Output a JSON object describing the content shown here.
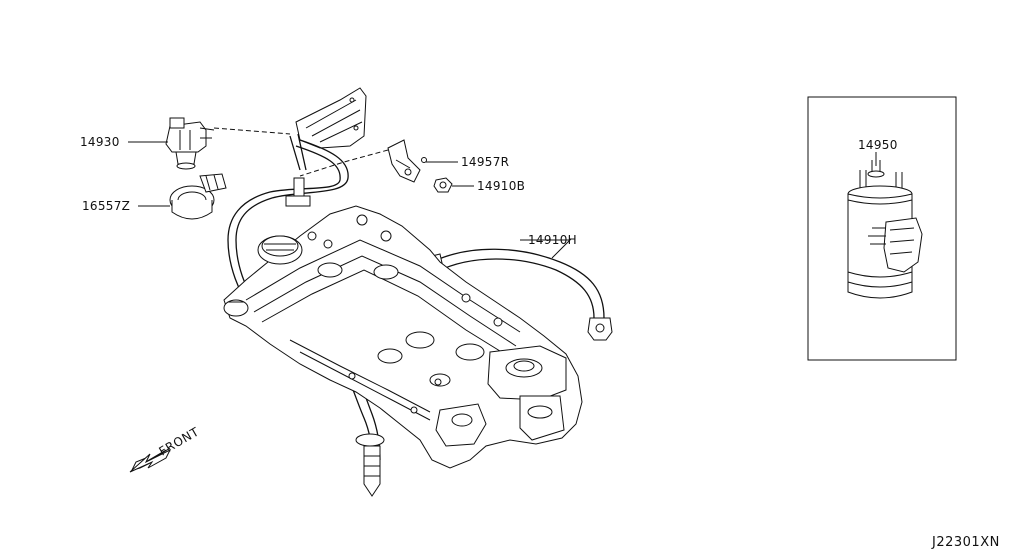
{
  "diagram": {
    "parts": {
      "purge_valve": "14930",
      "bracket": "16557Z",
      "clip": "14957R",
      "bolt": "14910B",
      "hose": "14910H",
      "canister": "14950"
    },
    "direction_label": "FRONT",
    "drawing_code": "J22301XN"
  }
}
